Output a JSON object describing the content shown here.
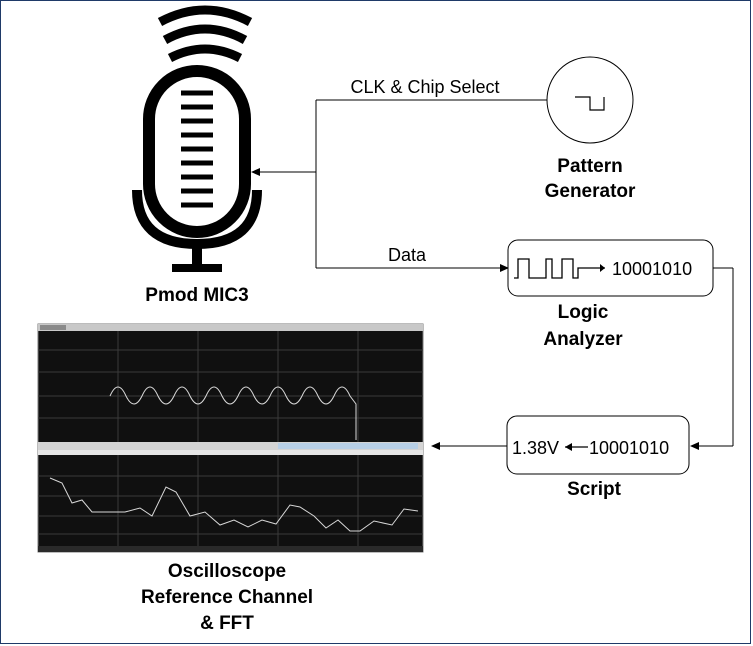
{
  "labels": {
    "mic": "Pmod MIC3",
    "clk": "CLK & Chip Select",
    "pattern_line1": "Pattern",
    "pattern_line2": "Generator",
    "data": "Data",
    "logic_bits": "10001010",
    "logic_line1": "Logic",
    "logic_line2": "Analyzer",
    "script_voltage": "1.38V",
    "script_bits": "10001010",
    "script": "Script",
    "osc_line1": "Oscilloscope",
    "osc_line2": "Reference Channel",
    "osc_line3": "& FFT"
  },
  "icons": {
    "sound_waves": "sound-waves-icon",
    "microphone": "microphone-icon",
    "square_wave": "square-wave-icon",
    "digital_pulse": "digital-pulse-icon"
  },
  "colors": {
    "stroke": "#000000",
    "scope_bg": "#101010",
    "scope_trace": "#d8d8d8",
    "frame": "#1f3a68"
  }
}
